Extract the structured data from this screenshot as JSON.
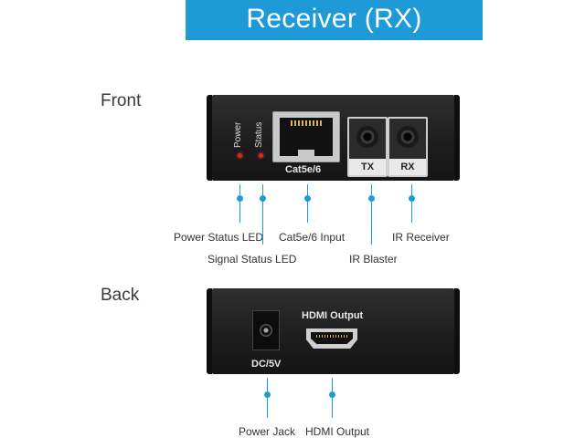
{
  "title": "Receiver (RX)",
  "colors": {
    "accent": "#1e9ad6",
    "device": "#222222",
    "led": "#e0241b"
  },
  "front": {
    "label": "Front",
    "led_labels": [
      "Power",
      "Status"
    ],
    "port_label": "Cat5e/6",
    "jacks": [
      {
        "label": "TX",
        "icon": "ir-jack-icon"
      },
      {
        "label": "RX",
        "icon": "ir-jack-icon"
      }
    ],
    "callouts": [
      "Power Status LED",
      "Signal Status LED",
      "Cat5e/6 Input",
      "IR Blaster",
      "IR Receiver"
    ]
  },
  "back": {
    "label": "Back",
    "port_label": "DC/5V",
    "hdmi_label": "HDMI Output",
    "callouts": [
      "Power Jack",
      "HDMI Output"
    ]
  }
}
